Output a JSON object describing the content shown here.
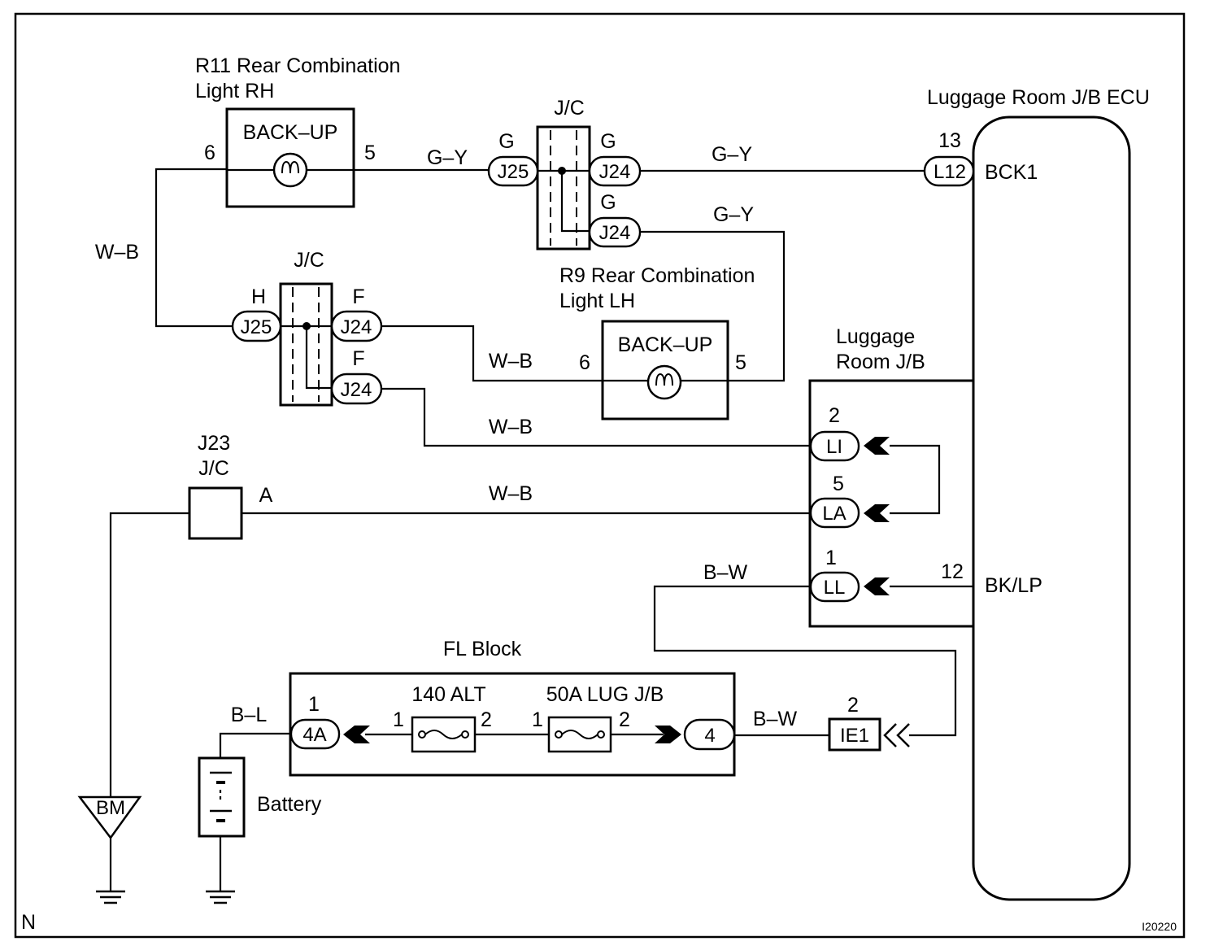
{
  "components": {
    "r11": {
      "title_line1": "R11 Rear Combination",
      "title_line2": "Light RH",
      "bulb_label": "BACK–UP",
      "pin_left": "6",
      "pin_right": "5"
    },
    "r9": {
      "title_line1": "R9 Rear Combination",
      "title_line2": "Light LH",
      "bulb_label": "BACK–UP",
      "pin_left": "6",
      "pin_right": "5"
    },
    "jc_upper": {
      "label": "J/C",
      "left_conn": "J25",
      "left_pin": "G",
      "right_conn_top": "J24",
      "right_pin_top": "G",
      "right_conn_bottom": "J24",
      "right_pin_bottom": "G"
    },
    "jc_lower": {
      "label": "J/C",
      "left_conn": "J25",
      "left_pin": "H",
      "right_conn_top": "J24",
      "right_pin_top": "F",
      "right_conn_bottom": "J24",
      "right_pin_bottom": "F"
    },
    "j23": {
      "label_line1": "J23",
      "label_line2": "J/C",
      "pin": "A"
    },
    "ecu": {
      "title": "Luggage Room J/B ECU",
      "conn": "L12",
      "pin_top": "13",
      "terminal_top": "BCK1",
      "pin_mid": "12",
      "terminal_mid": "BK/LP"
    },
    "lug_jb": {
      "title_line1": "Luggage",
      "title_line2": "Room J/B",
      "conn1": "LI",
      "pin1": "2",
      "conn2": "LA",
      "pin2": "5",
      "conn3": "LL",
      "pin3": "1"
    },
    "fl_block": {
      "title": "FL Block",
      "conn_left": "4A",
      "pin_left": "1",
      "fuse1_label": "140 ALT",
      "fuse1_pin_left": "1",
      "fuse1_pin_right": "2",
      "fuse2_label": "50A LUG J/B",
      "fuse2_pin_left": "1",
      "fuse2_pin_right": "2",
      "conn_right": "4"
    },
    "ie1": {
      "conn": "IE1",
      "pin": "2"
    },
    "battery": {
      "label": "Battery"
    },
    "ground": {
      "label": "BM"
    }
  },
  "wires": {
    "gy": "G–Y",
    "wb": "W–B",
    "bw": "B–W",
    "bl": "B–L"
  },
  "corner": {
    "left": "N",
    "right": "I20220"
  }
}
